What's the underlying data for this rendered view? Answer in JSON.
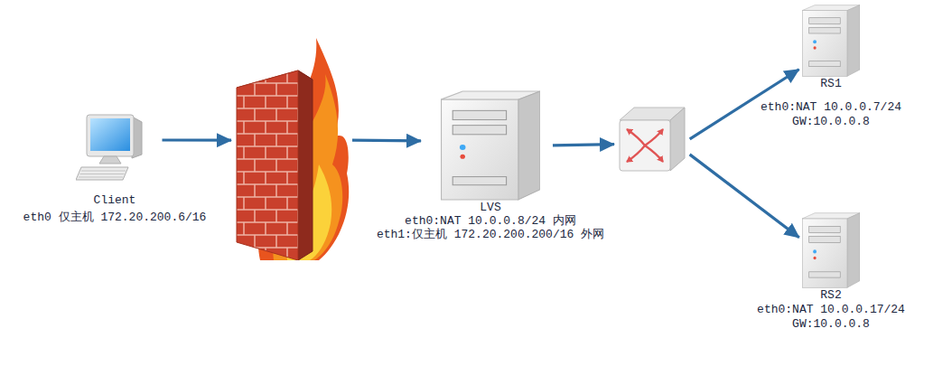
{
  "diagram": {
    "nodes": [
      {
        "text": [
          "Client",
          "eth0 仅主机 172.20.200.6/16"
        ]
      },
      {
        "text": []
      },
      {
        "text": [
          "LVS",
          "eth0:NAT 10.0.0.8/24 内网",
          "eth1:仅主机 172.20.200.200/16 外网"
        ]
      },
      {
        "text": []
      },
      {
        "text": [
          "RS1",
          "eth0:NAT 10.0.0.7/24",
          "GW:10.0.0.8"
        ]
      },
      {
        "text": [
          "RS2",
          "eth0:NAT 10.0.0.17/24",
          "GW:10.0.0.8"
        ]
      }
    ],
    "edges": [
      {
        "from": 0,
        "to": 1,
        "arrow": "to"
      },
      {
        "from": 1,
        "to": 2,
        "arrow": "to"
      },
      {
        "from": 2,
        "to": 3,
        "arrow": "to"
      },
      {
        "from": 3,
        "to": 4,
        "arrow": "to"
      },
      {
        "from": 3,
        "to": 5,
        "arrow": "to"
      }
    ]
  }
}
